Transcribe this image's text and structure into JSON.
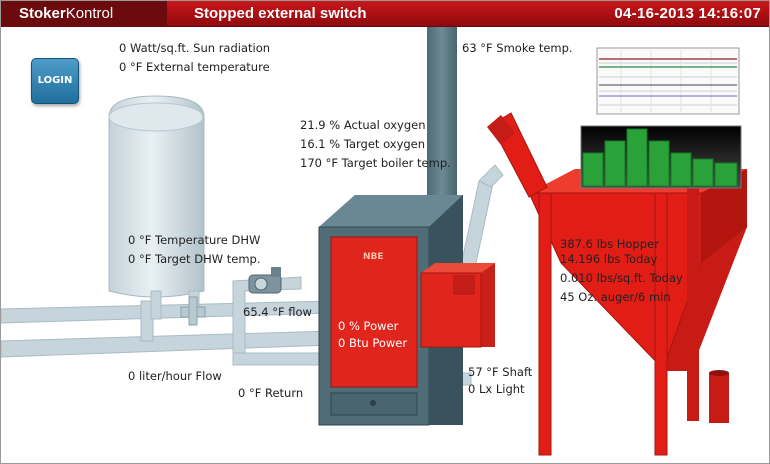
{
  "app": {
    "brand_bold": "Stoker",
    "brand_light": "Kontrol"
  },
  "header": {
    "status": "Stopped external switch",
    "datetime": "04-16-2013 14:16:07"
  },
  "login_button": {
    "label": "LOGIN"
  },
  "readings": {
    "sun_radiation": "0 Watt/sq.ft. Sun radiation",
    "external_temperature": "0 °F External temperature",
    "smoke_temp": "63 °F Smoke temp.",
    "actual_oxygen": "21.9 % Actual oxygen",
    "target_oxygen": "16.1 % Target oxygen",
    "target_boiler_temp": "170 °F Target boiler temp.",
    "temperature_dhw": "0 °F Temperature DHW",
    "target_dhw_temp": "0 °F Target DHW temp.",
    "flow": "65.4 °F flow",
    "power_percent": "0 % Power",
    "power_btu": "0 Btu Power",
    "liter_flow": "0 liter/hour Flow",
    "return_temp": "0 °F Return",
    "shaft_temp": "57 °F Shaft",
    "light": "0 Lx Light",
    "hopper": "387.6 lbs Hopper",
    "today": "14.196 lbs Today",
    "per_sqft_today": "0.010 lbs/sq.ft. Today",
    "auger": "45 Oz. auger/6 min"
  },
  "boiler": {
    "logo": "NBE"
  },
  "colors": {
    "header_red": "#b8141a",
    "boiler_red": "#e0261c",
    "hopper_red": "#e21d16",
    "steel": "#587581",
    "pipe": "#c5d4da"
  },
  "icons": {
    "login": "login-icon",
    "flow_meter": "flow-meter-icon",
    "valve": "valve-icon"
  }
}
